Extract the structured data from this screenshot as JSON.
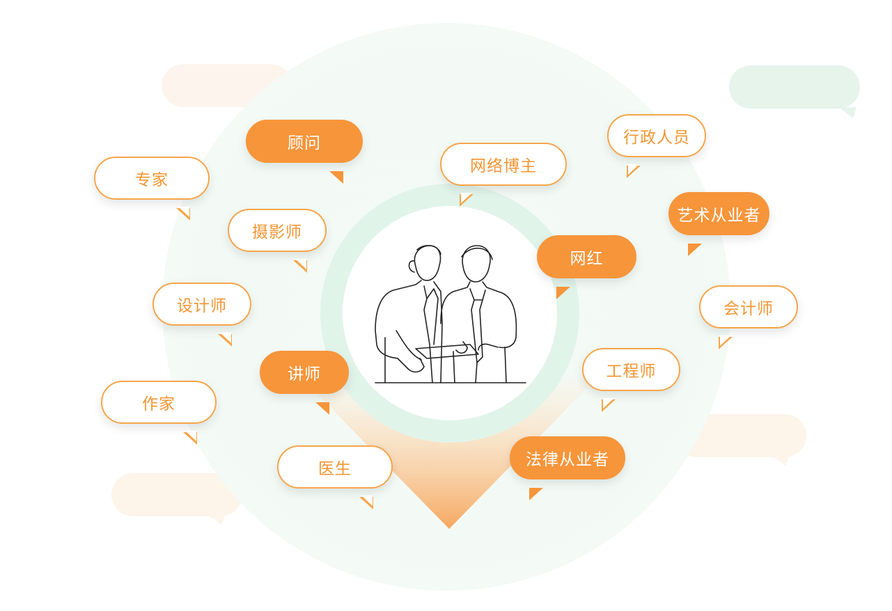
{
  "colors": {
    "accent": "#f7953a",
    "accent_text": "#f29633",
    "ring": "#e1f4ea",
    "background_circle": "#f4fbf7"
  },
  "illustration": {
    "icon": "business-people-line-art-icon"
  },
  "bubbles": [
    {
      "id": "guwen",
      "label": "顾问",
      "style": "filled"
    },
    {
      "id": "zhuanjia",
      "label": "专家",
      "style": "outline"
    },
    {
      "id": "wangluoboz",
      "label": "网络博主",
      "style": "outline"
    },
    {
      "id": "xingzheng",
      "label": "行政人员",
      "style": "outline"
    },
    {
      "id": "sheying",
      "label": "摄影师",
      "style": "outline"
    },
    {
      "id": "yishu",
      "label": "艺术从业者",
      "style": "filled"
    },
    {
      "id": "wanghong",
      "label": "网红",
      "style": "filled"
    },
    {
      "id": "sheji",
      "label": "设计师",
      "style": "outline"
    },
    {
      "id": "kuaiji",
      "label": "会计师",
      "style": "outline"
    },
    {
      "id": "jiangshi",
      "label": "讲师",
      "style": "filled"
    },
    {
      "id": "gongcheng",
      "label": "工程师",
      "style": "outline"
    },
    {
      "id": "zuojia",
      "label": "作家",
      "style": "outline"
    },
    {
      "id": "yisheng",
      "label": "医生",
      "style": "outline"
    },
    {
      "id": "falv",
      "label": "法律从业者",
      "style": "filled"
    }
  ]
}
